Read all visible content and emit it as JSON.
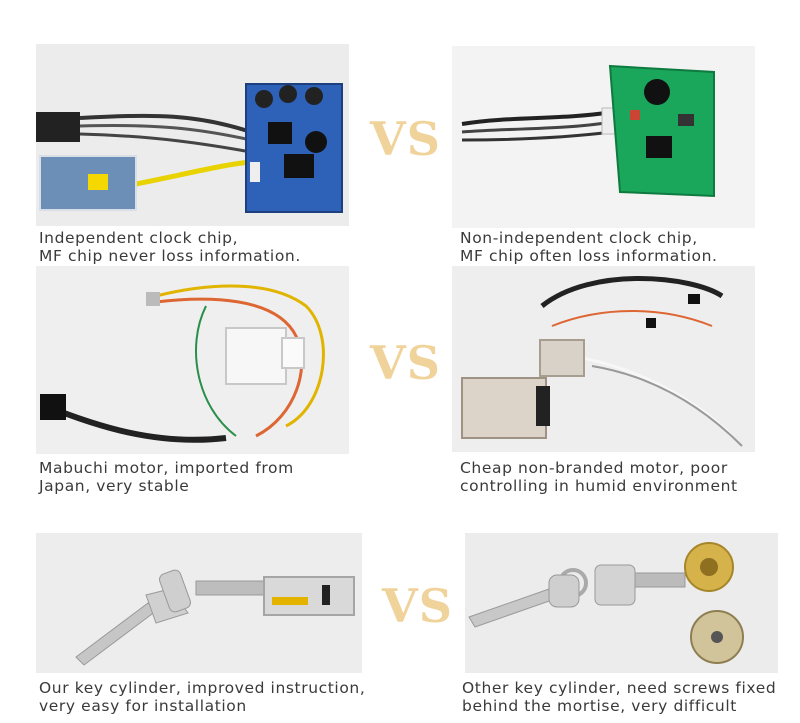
{
  "vs_label": "VS",
  "colors": {
    "vs": "#f0d39a",
    "caption": "#3a3a3a",
    "photo_bg": "#e9e9e9"
  },
  "rows": [
    {
      "left_caption": [
        "Independent clock chip,",
        "MF chip never loss information."
      ],
      "right_caption": [
        "Non-independent clock chip,",
        "MF chip often loss information."
      ]
    },
    {
      "left_caption": [
        "Mabuchi motor, imported from",
        "Japan, very stable"
      ],
      "right_caption": [
        "Cheap non-branded motor, poor",
        "controlling in humid environment"
      ]
    },
    {
      "left_caption": [
        "Our key cylinder, improved instruction,",
        "very easy for installation"
      ],
      "right_caption": [
        "Other key cylinder, need screws fixed",
        "behind the mortise, very difficult"
      ]
    }
  ]
}
